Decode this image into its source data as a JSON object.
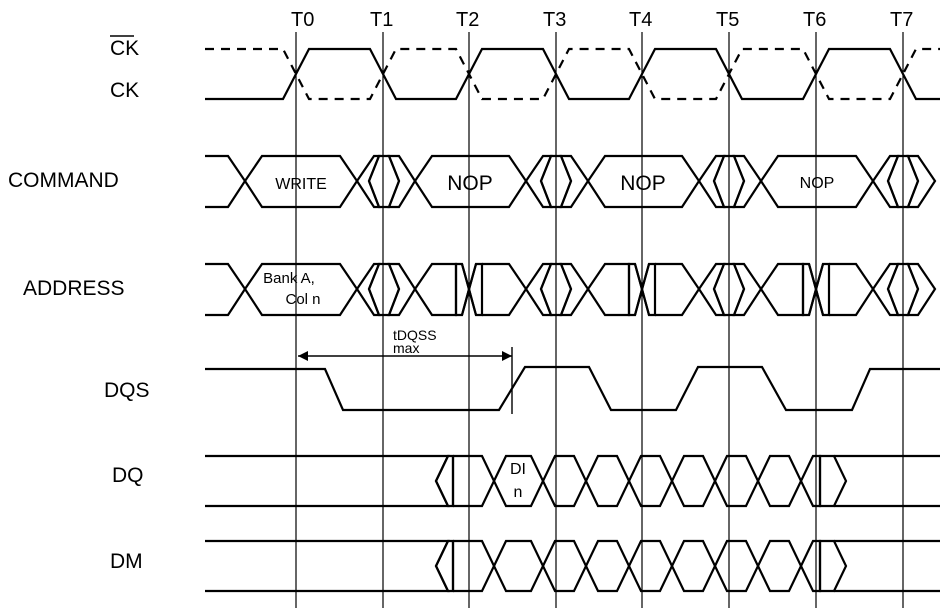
{
  "timing_diagram": {
    "time_markers": [
      "T0",
      "T1",
      "T2",
      "T3",
      "T4",
      "T5",
      "T6",
      "T7"
    ],
    "signals": {
      "ck_bar": "CK",
      "ck": "CK",
      "command": "COMMAND",
      "address": "ADDRESS",
      "dqs": "DQS",
      "dq": "DQ",
      "dm": "DM"
    },
    "command_values": [
      "WRITE",
      "NOP",
      "NOP",
      "NOP"
    ],
    "address_values": {
      "line1": "Bank A,",
      "line2": "Col n"
    },
    "dq_values": {
      "line1": "DI",
      "line2": "n"
    },
    "tdqss": {
      "line1": "tDQSS",
      "line2": "max"
    }
  }
}
